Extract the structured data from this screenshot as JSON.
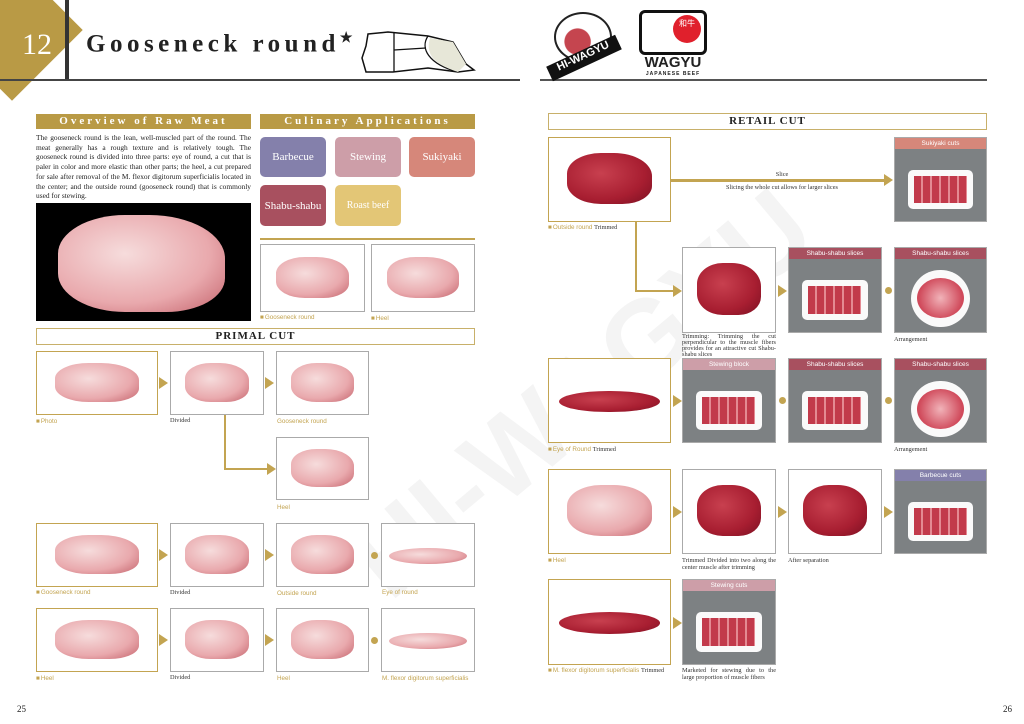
{
  "header": {
    "number": "12",
    "title": "Gooseneck round",
    "star": "★"
  },
  "logos": {
    "hiwagyu": "HI-WAGYU",
    "wagyu": "WAGYU",
    "wagyu_sub": "JAPANESE BEEF",
    "kanji": "和牛"
  },
  "overview": {
    "heading": "Overview of Raw Meat",
    "text": "The gooseneck round is the lean, well-muscled part of the round. The meat generally has a rough texture and is relatively tough. The gooseneck round is divided into three parts: eye of round, a cut that is paler in color and more elastic than other parts; the heel, a cut prepared for sale after removal of the M. flexor digitorum superficialis located in the center; and the outside round (gooseneck round) that is commonly used for stewing."
  },
  "culinary": {
    "heading": "Culinary Applications",
    "items": [
      {
        "label": "Barbecue",
        "color": "#8480ab"
      },
      {
        "label": "Stewing",
        "color": "#cd9ea8"
      },
      {
        "label": "Sukiyaki",
        "color": "#d6877a"
      },
      {
        "label": "Shabu-shabu",
        "color": "#a8505f"
      },
      {
        "label": "Roast beef",
        "color": "#e3c676"
      }
    ],
    "thumbs": [
      "Gooseneck round",
      "Heel"
    ]
  },
  "primal": {
    "heading": "PRIMAL CUT",
    "row1": [
      "Photo",
      "Divided",
      "Gooseneck round"
    ],
    "heel": "Heel",
    "row2": [
      "Gooseneck round",
      "Divided",
      "Outside round",
      "Eye of round"
    ],
    "row3": [
      "Heel",
      "Divided",
      "Heel",
      "M. flexor digitorum superficialis"
    ]
  },
  "retail": {
    "heading": "RETAIL CUT",
    "slice": "Slice",
    "slice_desc": "Slicing the whole cut allows for larger slices",
    "sukiyaki": "Sukiyaki cuts",
    "outside": {
      "name": "Outside round",
      "state": "Trimmed"
    },
    "trimming": "Trimming: Trimming the cut perpendicular to the muscle fibers provides for an attractive cut Shabu-shabu slices",
    "shabu": "Shabu-shabu slices",
    "arrangement": "Arrangement",
    "eye": {
      "name": "Eye of Round",
      "state": "Trimmed"
    },
    "stewing_block": "Stewing block",
    "heel": {
      "name": "Heel"
    },
    "heel_cap": "Trimmed  Divided into two along the center muscle after trimming",
    "after_sep": "After separation",
    "barbecue": "Barbecue cuts",
    "flexor": {
      "name": "M. flexor digitorum superficialis",
      "state": "Trimmed"
    },
    "stewing_cuts": "Stewing cuts",
    "stew_cap": "Marketed for stewing due to the large proportion of muscle fibers"
  },
  "pages": {
    "left": "25",
    "right": "26"
  },
  "colors": {
    "gold": "#b99a45",
    "barbecue_band": "#8480ab",
    "shabu_band": "#a8505f",
    "stew_band": "#cd9ea8",
    "sukiyaki_band": "#d6877a"
  }
}
